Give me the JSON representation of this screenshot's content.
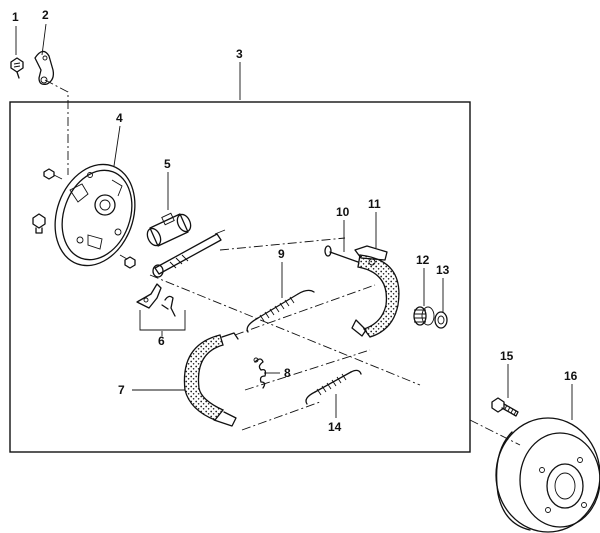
{
  "figure": {
    "type": "exploded-parts-diagram",
    "callouts": [
      {
        "id": "c1",
        "label": "1"
      },
      {
        "id": "c2",
        "label": "2"
      },
      {
        "id": "c3",
        "label": "3"
      },
      {
        "id": "c4",
        "label": "4"
      },
      {
        "id": "c5",
        "label": "5"
      },
      {
        "id": "c6",
        "label": "6"
      },
      {
        "id": "c7",
        "label": "7"
      },
      {
        "id": "c8",
        "label": "8"
      },
      {
        "id": "c9",
        "label": "9"
      },
      {
        "id": "c10",
        "label": "10"
      },
      {
        "id": "c11",
        "label": "11"
      },
      {
        "id": "c12",
        "label": "12"
      },
      {
        "id": "c13",
        "label": "13"
      },
      {
        "id": "c14",
        "label": "14"
      },
      {
        "id": "c15",
        "label": "15"
      },
      {
        "id": "c16",
        "label": "16"
      }
    ]
  }
}
